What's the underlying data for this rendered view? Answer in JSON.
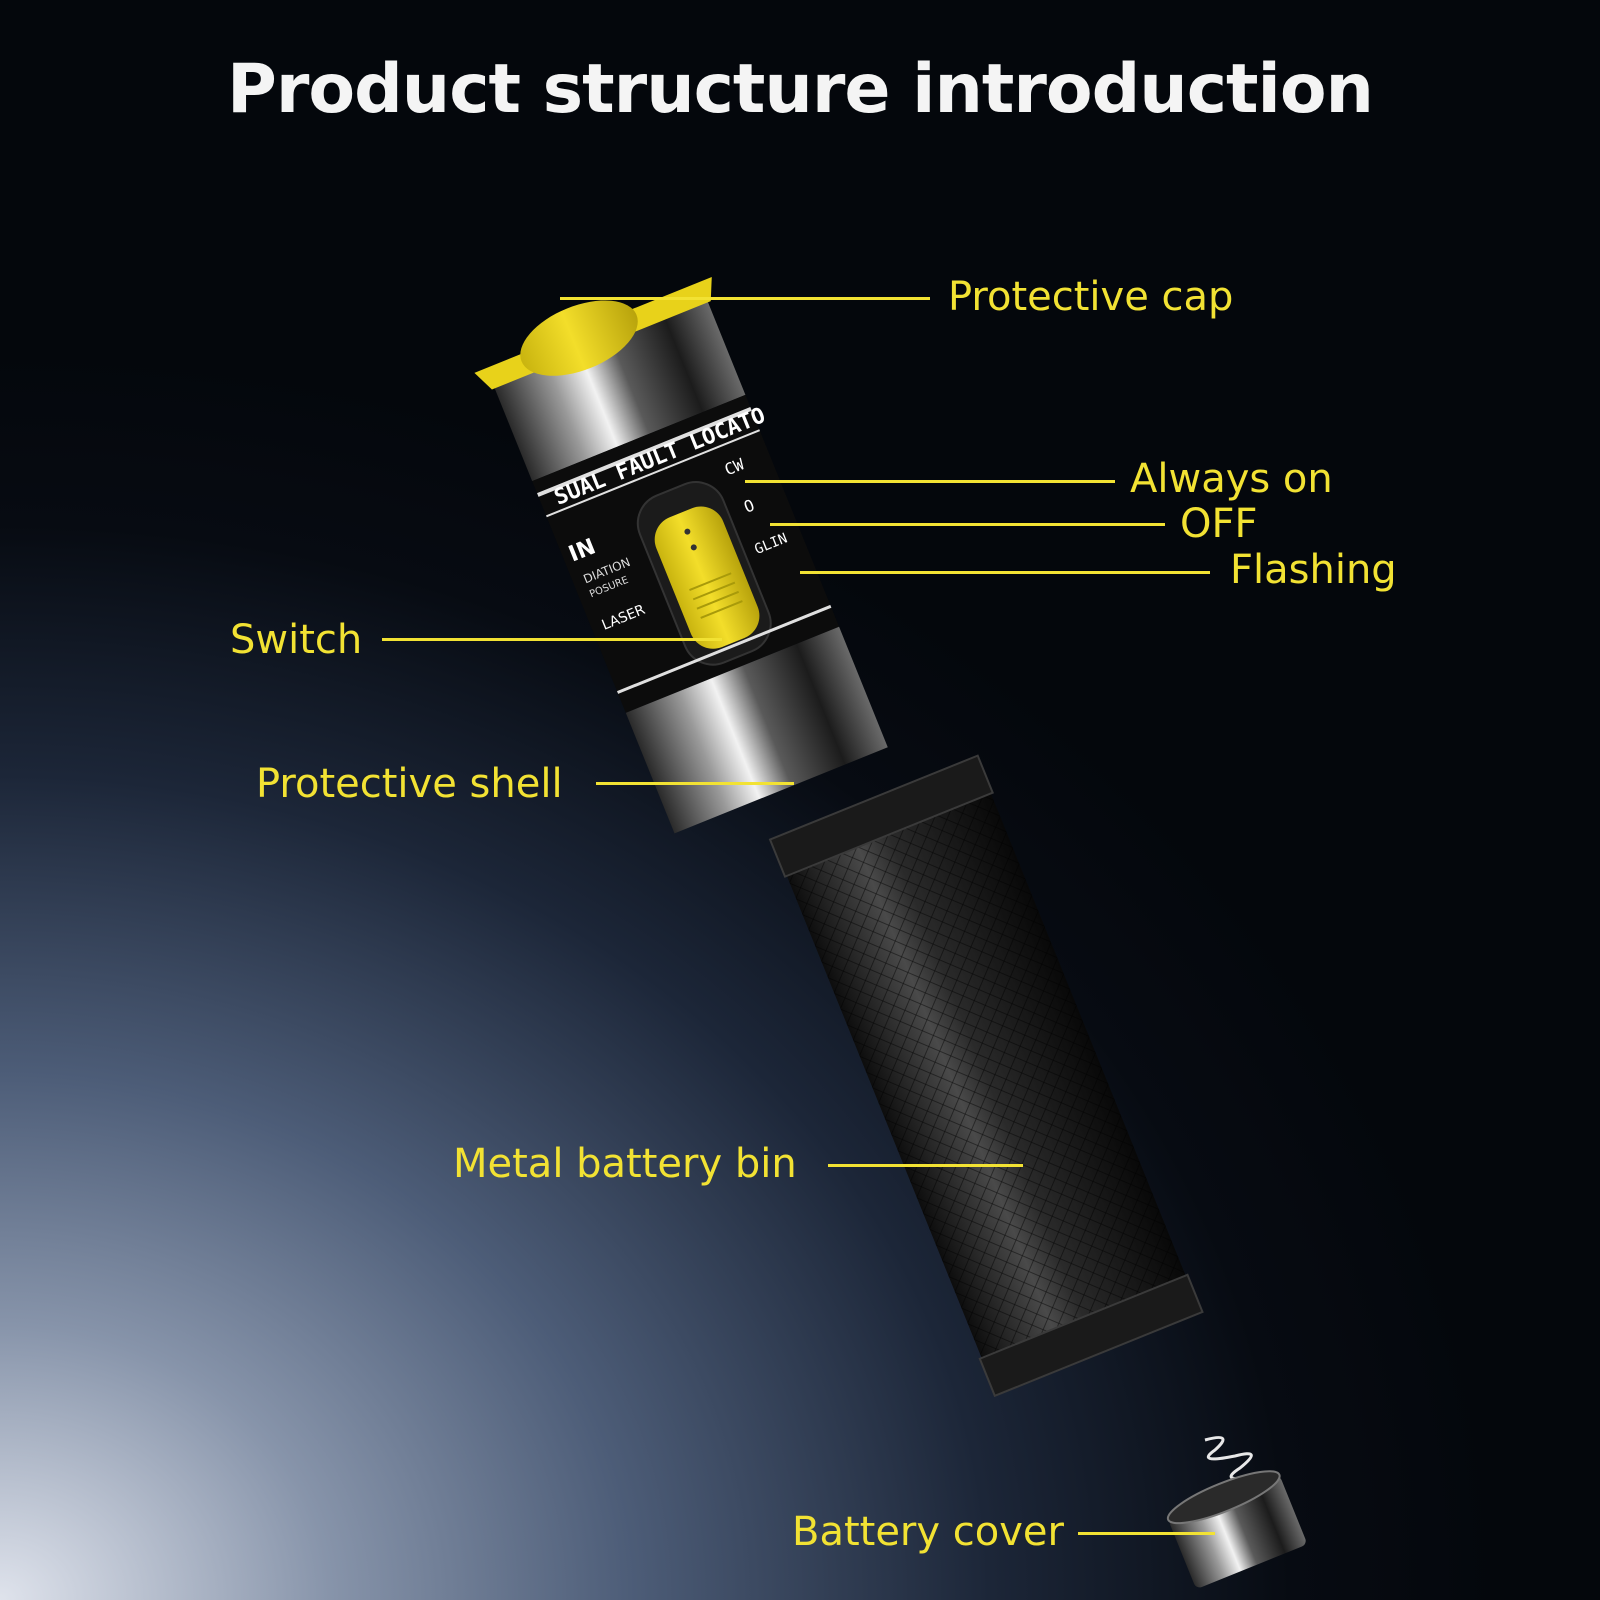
{
  "title": "Product structure introduction",
  "labels": {
    "protective_cap": "Protective cap",
    "always_on": "Always on",
    "off": "OFF",
    "flashing": "Flashing",
    "switch": "Switch",
    "protective_shell": "Protective shell",
    "metal_battery_bin": "Metal battery bin",
    "battery_cover": "Battery cover"
  },
  "device_print": {
    "band_text": "SUAL FAULT LOCATO",
    "mode_cw": "CW",
    "mode_off": "O",
    "mode_glint": "GLIN",
    "warning_line1": "IN",
    "warning_line2": "DIATION",
    "warning_line3": "POSURE",
    "laser": "LASER"
  },
  "colors": {
    "accent_yellow": "#f2e233",
    "title_white": "#f4f4f4",
    "cap_yellow": "#e8d21a"
  }
}
